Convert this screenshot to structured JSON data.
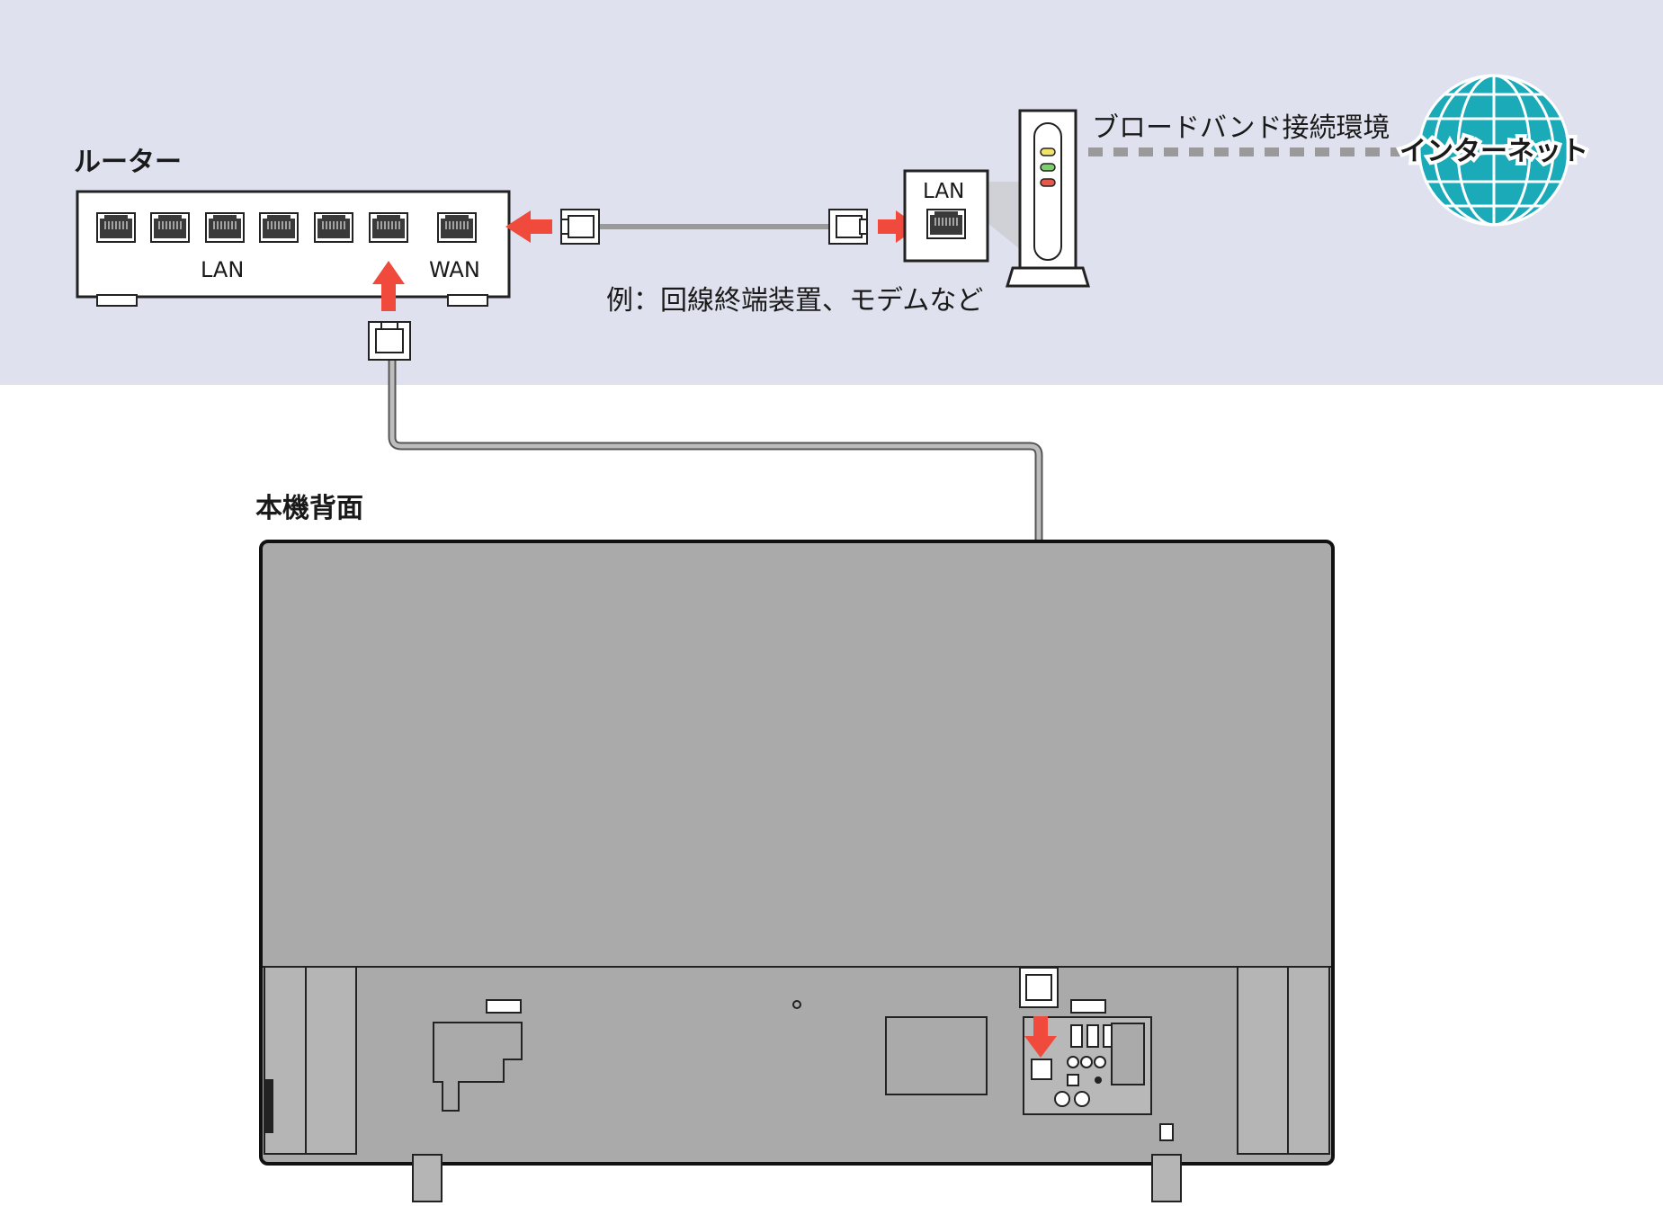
{
  "labels": {
    "router_title": "ルーター",
    "router_lan": "LAN",
    "router_wan": "WAN",
    "modem_lan": "LAN",
    "modem_caption": "例：回線終端装置、モデムなど",
    "broadband": "ブロードバンド接続環境",
    "internet": "インターネット",
    "tv_title": "本機背面"
  },
  "colors": {
    "top_band": "#dfe2ee",
    "arrow": "#f04a3c",
    "cable": "#9a9a9a",
    "tv_body": "#aaaaaa",
    "globe": "#1aaab8",
    "led_yellow": "#f1e36a",
    "led_green": "#7ccf6a",
    "led_red": "#e8584a"
  },
  "icons": [
    "rj45-port-icon",
    "lan-plug-icon",
    "arrow-icon",
    "globe-icon",
    "modem-icon",
    "tv-back-panel-icon"
  ]
}
